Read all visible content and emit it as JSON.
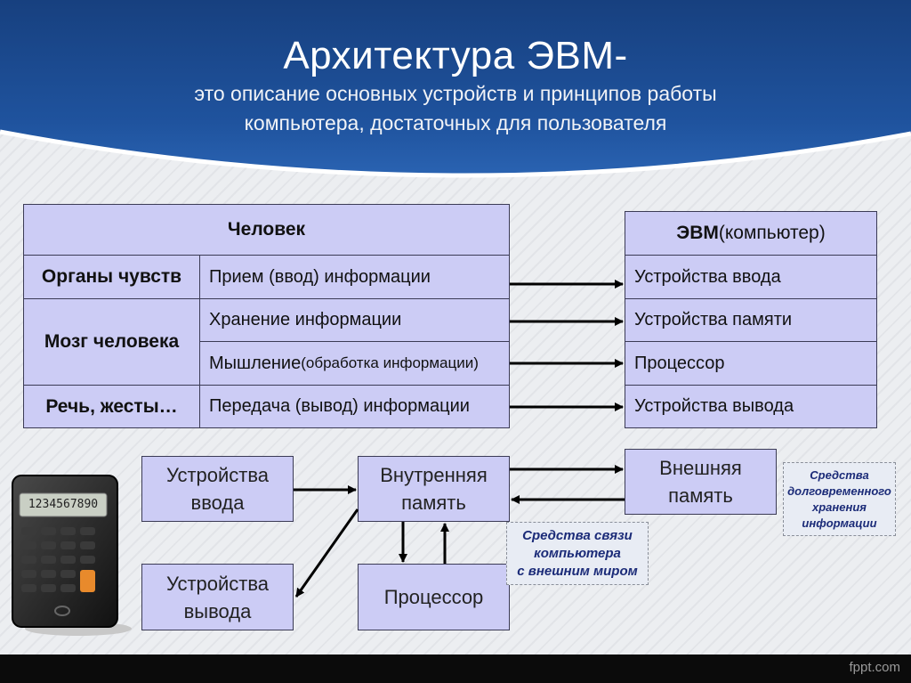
{
  "header": {
    "title": "Архитектура ЭВМ-",
    "subtitle_line1": "это описание основных устройств и принципов работы",
    "subtitle_line2": "компьютера, достаточных для пользователя"
  },
  "human_table": {
    "header": "Человек",
    "rows": [
      {
        "organ": "Органы чувств",
        "function": "Прием (ввод) информации"
      },
      {
        "organ": "Мозг человека",
        "function": "Хранение информации"
      },
      {
        "organ": "",
        "function_main": "Мышление",
        "function_sub": "(обработка информации)"
      },
      {
        "organ": "Речь, жесты…",
        "function": "Передача (вывод) информации"
      }
    ]
  },
  "computer_table": {
    "header_bold": "ЭВМ",
    "header_rest": " (компьютер)",
    "rows": [
      "Устройства ввода",
      "Устройства памяти",
      "Процессор",
      "Устройства вывода"
    ]
  },
  "diagram": {
    "input_devices": [
      "Устройства",
      "ввода"
    ],
    "internal_memory": [
      "Внутренняя",
      "память"
    ],
    "external_memory": [
      "Внешняя",
      "память"
    ],
    "output_devices": [
      "Устройства",
      "вывода"
    ],
    "processor": "Процессор",
    "note_communication": [
      "Средства связи",
      "компьютера",
      "с внешним миром"
    ],
    "note_storage": [
      "Средства",
      "долговременного",
      "хранения",
      "информации"
    ]
  },
  "calculator": {
    "display": "1234567890"
  },
  "footer": {
    "watermark": "fppt.com"
  },
  "colors": {
    "header_blue": "#1c4a93",
    "cell_fill": "#ccccf5",
    "note_text": "#1b2b78"
  }
}
